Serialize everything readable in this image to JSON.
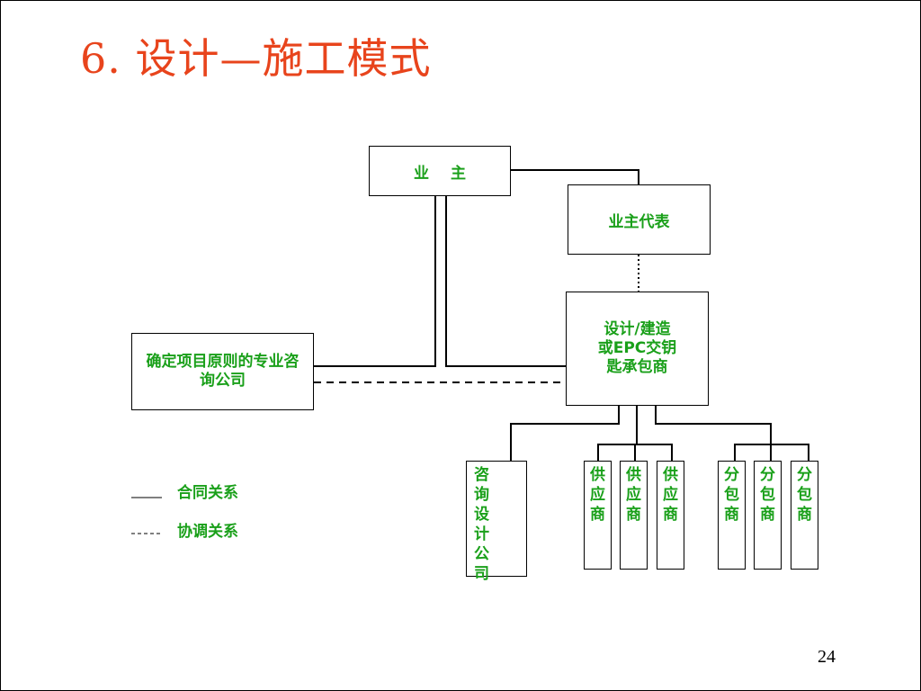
{
  "slide": {
    "title": "6. 设计—施工模式",
    "page_number": "24"
  },
  "diagram": {
    "owner": "业主",
    "owner_rep": "业主代表",
    "contractor": "设计/建造或EPC交钥匙承包商",
    "consult_firm": "确定项目原则的专业咨询公司",
    "design_consult": "咨询设计公司",
    "suppliers": [
      "供应商",
      "供应商",
      "供应商"
    ],
    "subcontractors": [
      "分包商",
      "分包商",
      "分包商"
    ],
    "text_color": "#1aa01a",
    "title_color": "#e8441c"
  },
  "legend": {
    "contract_symbol": "___",
    "contract_label": "合同关系",
    "coord_symbol": "-----",
    "coord_label": "协调关系"
  }
}
